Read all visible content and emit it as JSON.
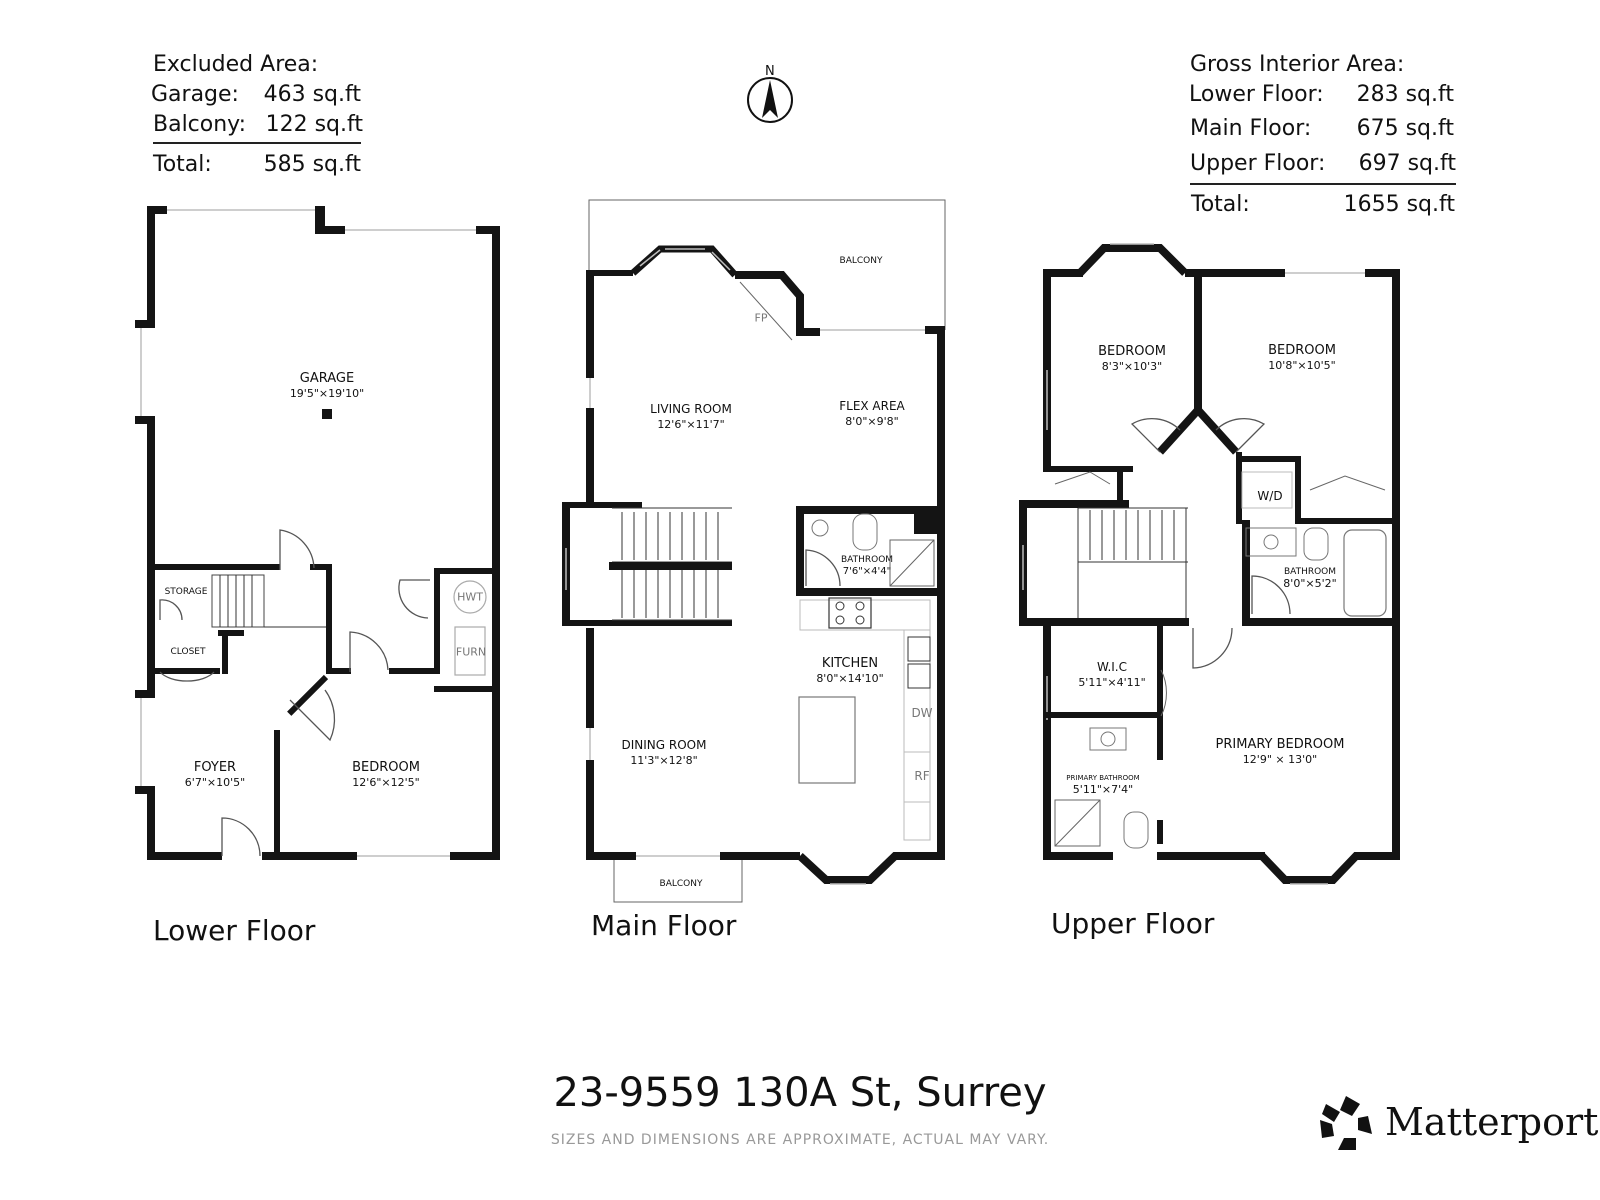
{
  "excluded": {
    "heading": "Excluded Area:",
    "rows": [
      {
        "label": "Garage:",
        "value": "463 sq.ft"
      },
      {
        "label": "Balcony:",
        "value": "122 sq.ft"
      }
    ],
    "total_label": "Total:",
    "total_value": "585 sq.ft"
  },
  "gross": {
    "heading": "Gross Interior Area:",
    "rows": [
      {
        "label": "Lower Floor:",
        "value": "283 sq.ft"
      },
      {
        "label": "Main Floor:",
        "value": "675 sq.ft"
      },
      {
        "label": "Upper Floor:",
        "value": "697 sq.ft"
      }
    ],
    "total_label": "Total:",
    "total_value": "1655 sq.ft"
  },
  "compass": {
    "label": "N"
  },
  "floors": {
    "lower": {
      "title": "Lower Floor",
      "rooms": {
        "garage": {
          "name": "GARAGE",
          "dim": "19'5\"×19'10\""
        },
        "storage": {
          "name": "STORAGE"
        },
        "closet": {
          "name": "CLOSET"
        },
        "foyer": {
          "name": "FOYER",
          "dim": "6'7\"×10'5\""
        },
        "bedroom": {
          "name": "BEDROOM",
          "dim": "12'6\"×12'5\""
        }
      },
      "appliances": {
        "hwt": "HWT",
        "furn": "FURN"
      }
    },
    "main": {
      "title": "Main Floor",
      "rooms": {
        "balcony_top": {
          "name": "BALCONY"
        },
        "living": {
          "name": "LIVING ROOM",
          "dim": "12'6\"×11'7\""
        },
        "flex": {
          "name": "FLEX AREA",
          "dim": "8'0\"×9'8\""
        },
        "bathroom": {
          "name": "BATHROOM",
          "dim": "7'6\"×4'4\""
        },
        "kitchen": {
          "name": "KITCHEN",
          "dim": "8'0\"×14'10\""
        },
        "dining": {
          "name": "DINING ROOM",
          "dim": "11'3\"×12'8\""
        },
        "balcony_bottom": {
          "name": "BALCONY"
        }
      },
      "appliances": {
        "fp": "FP",
        "dw": "DW",
        "rf": "RF"
      }
    },
    "upper": {
      "title": "Upper Floor",
      "rooms": {
        "bedroom_left": {
          "name": "BEDROOM",
          "dim": "8'3\"×10'3\""
        },
        "bedroom_right": {
          "name": "BEDROOM",
          "dim": "10'8\"×10'5\""
        },
        "wd": {
          "name": "W/D"
        },
        "bathroom": {
          "name": "BATHROOM",
          "dim": "8'0\"×5'2\""
        },
        "wic": {
          "name": "W.I.C",
          "dim": "5'11\"×4'11\""
        },
        "primary_bath": {
          "name": "PRIMARY BATHROOM",
          "dim": "5'11\"×7'4\""
        },
        "primary_bed": {
          "name": "PRIMARY BEDROOM",
          "dim": "12'9\" × 13'0\""
        }
      }
    }
  },
  "footer": {
    "address": "23-9559 130A St, Surrey",
    "disclaimer": "SIZES AND DIMENSIONS ARE APPROXIMATE, ACTUAL MAY VARY.",
    "brand": "Matterport",
    "brand_mark": "®"
  }
}
